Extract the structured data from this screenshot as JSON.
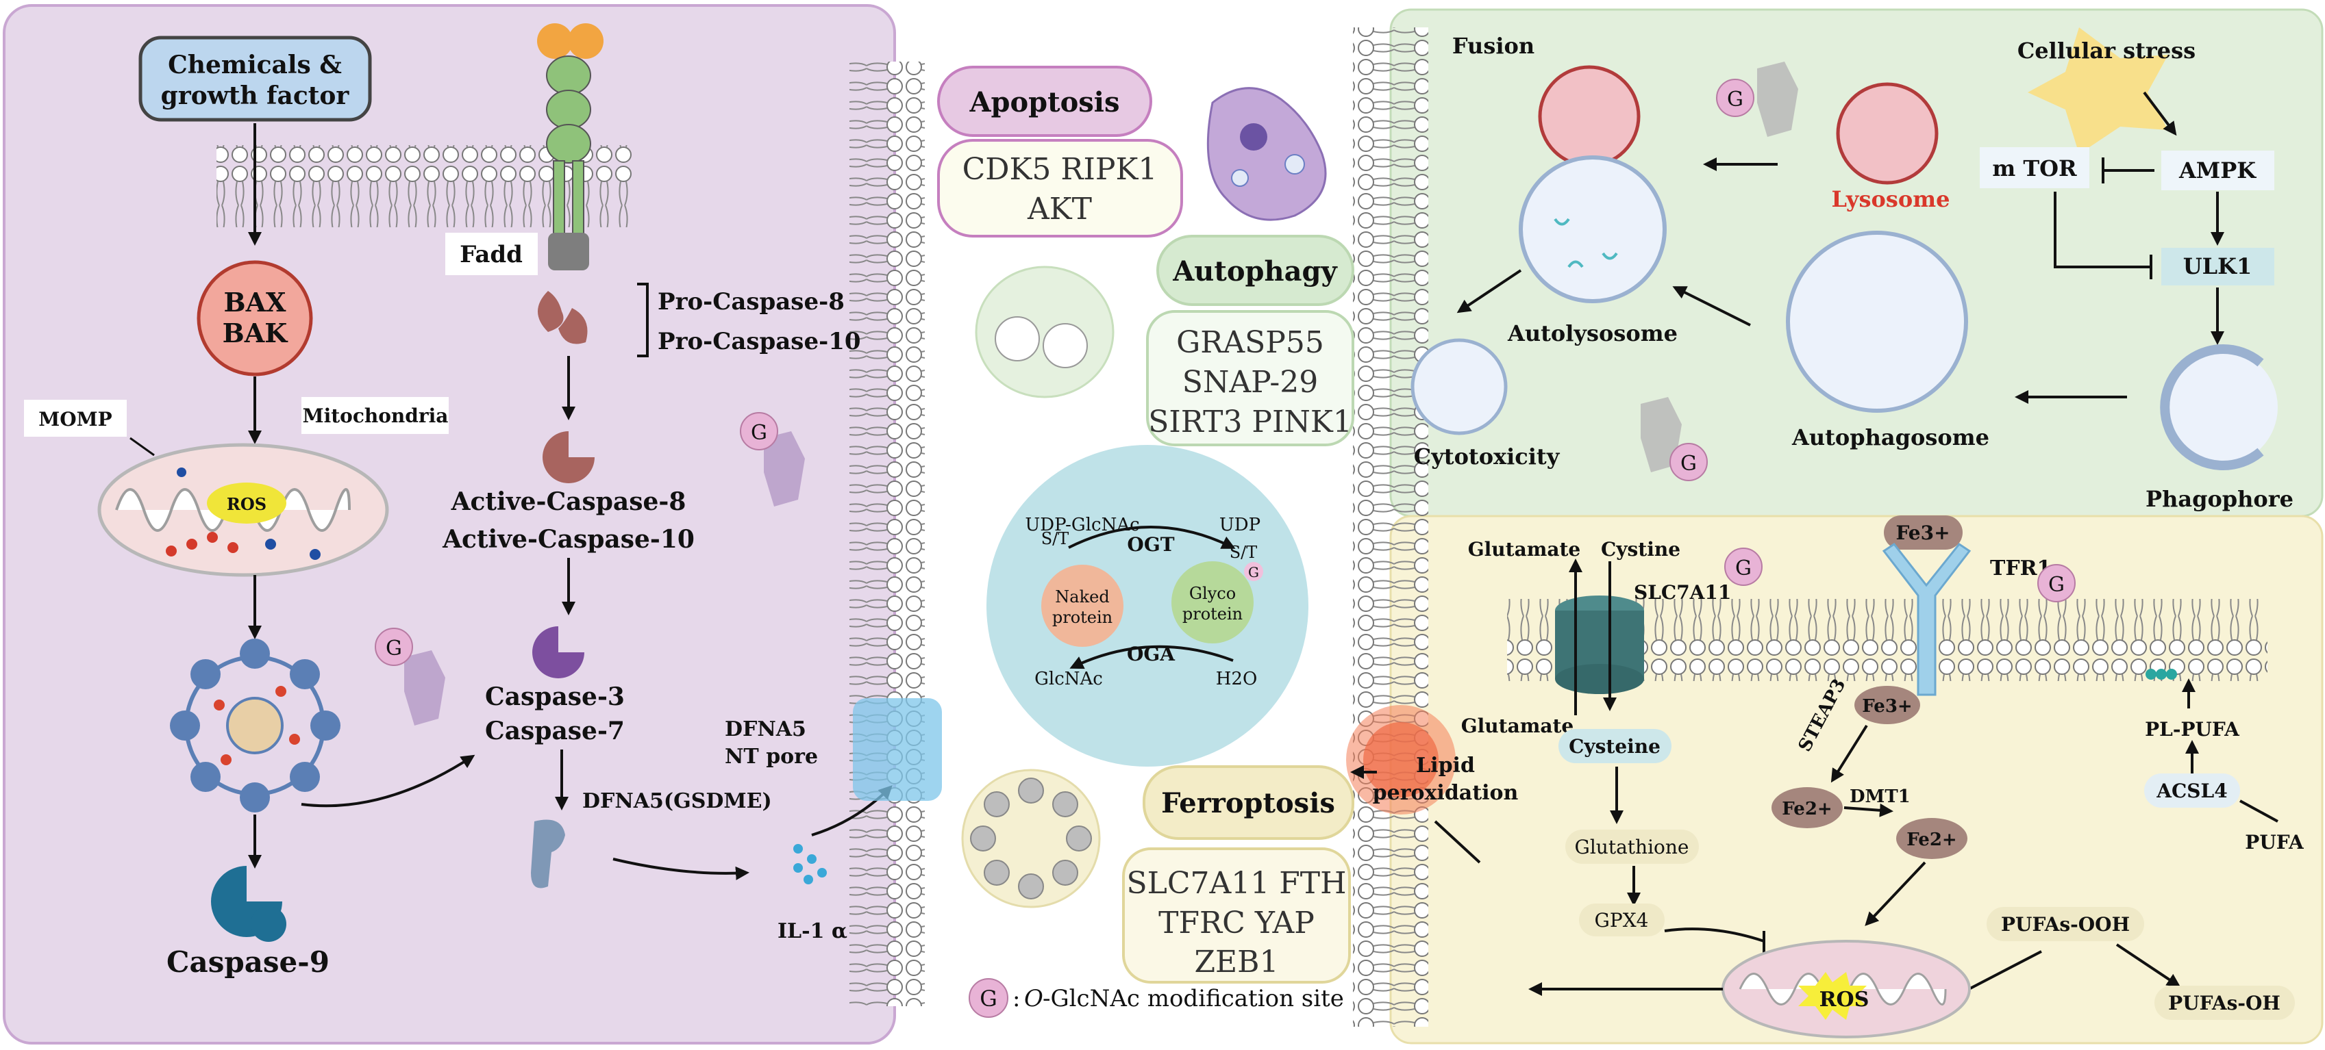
{
  "apoptosis_panel": {
    "chemicals_label": "Chemicals &",
    "chemicals_label_2": "growth factor",
    "bax": "BAX",
    "bak": "BAK",
    "momp": "MOMP",
    "mitochondria": "Mitochondria",
    "ros": "ROS",
    "caspase9": "Caspase-9",
    "fadd": "Fadd",
    "pro_casp8": "Pro-Caspase-8",
    "pro_casp10": "Pro-Caspase-10",
    "active_casp8": "Active-Caspase-8",
    "active_casp10": "Active-Caspase-10",
    "casp3": "Caspase-3",
    "casp7": "Caspase-7",
    "dfna5_gsdme": "DFNA5(GSDME)",
    "dfna5_pore_1": "DFNA5",
    "dfna5_pore_2": "NT pore",
    "il1a": "IL-1 α",
    "g": "G"
  },
  "center": {
    "apoptosis_title": "Apoptosis",
    "apoptosis_genes_1": "CDK5  RIPK1",
    "apoptosis_genes_2": "AKT",
    "autophagy_title": "Autophagy",
    "autophagy_genes_1": "GRASP55",
    "autophagy_genes_2": "SNAP-29",
    "autophagy_genes_3": "SIRT3  PINK1",
    "cycle_udp_glcnac": "UDP-GlcNAc",
    "cycle_udp": "UDP",
    "cycle_st_left": "S/T",
    "cycle_st_right": "S/T",
    "cycle_ogt": "OGT",
    "cycle_oga": "OGA",
    "cycle_naked_1": "Naked",
    "cycle_naked_2": "protein",
    "cycle_glyco_1": "Glyco",
    "cycle_glyco_2": "protein",
    "cycle_glcnac": "GlcNAc",
    "cycle_h2o": "H2O",
    "ferroptosis_title": "Ferroptosis",
    "ferro_genes_1": "SLC7A11  FTH",
    "ferro_genes_2": "TFRC  YAP",
    "ferro_genes_3": "ZEB1",
    "legend_g": "G",
    "legend_text_italic": "O",
    "legend_text": "-GlcNAc modification site"
  },
  "autophagy_panel": {
    "fusion": "Fusion",
    "lysosome": "Lysosome",
    "autolysosome": "Autolysosome",
    "cytotoxicity": "Cytotoxicity",
    "autophagosome": "Autophagosome",
    "phagophore": "Phagophore",
    "cellular_stress": "Cellular stress",
    "mtor": "m TOR",
    "ampk": "AMPK",
    "ulk1": "ULK1",
    "g": "G"
  },
  "ferroptosis_panel": {
    "glutamate_top": "Glutamate",
    "cystine": "Cystine",
    "slc7a11": "SLC7A11",
    "fe3_top": "Fe3+",
    "tfr1": "TFR1",
    "glutamate_bottom": "Glutamate",
    "cysteine": "Cysteine",
    "glutathione": "Glutathione",
    "gpx4": "GPX4",
    "steap3": "STEAP3",
    "fe3_inner": "Fe3+",
    "fe2_left": "Fe2+",
    "dmt1": "DMT1",
    "fe2_right": "Fe2+",
    "pl_pufa": "PL-PUFA",
    "acsl4": "ACSL4",
    "pufa": "PUFA",
    "pufas_ooh": "PUFAs-OOH",
    "pufas_oh": "PUFAs-OH",
    "ros": "ROS",
    "lipid_1": "Lipid",
    "lipid_2": "peroxidation",
    "g": "G"
  },
  "colors": {
    "apoptosis_bg": "#e6d8ea",
    "autophagy_bg": "#e2efdc",
    "ferroptosis_bg": "#f8f3d6",
    "cycle_bg": "#bfe2e8"
  }
}
